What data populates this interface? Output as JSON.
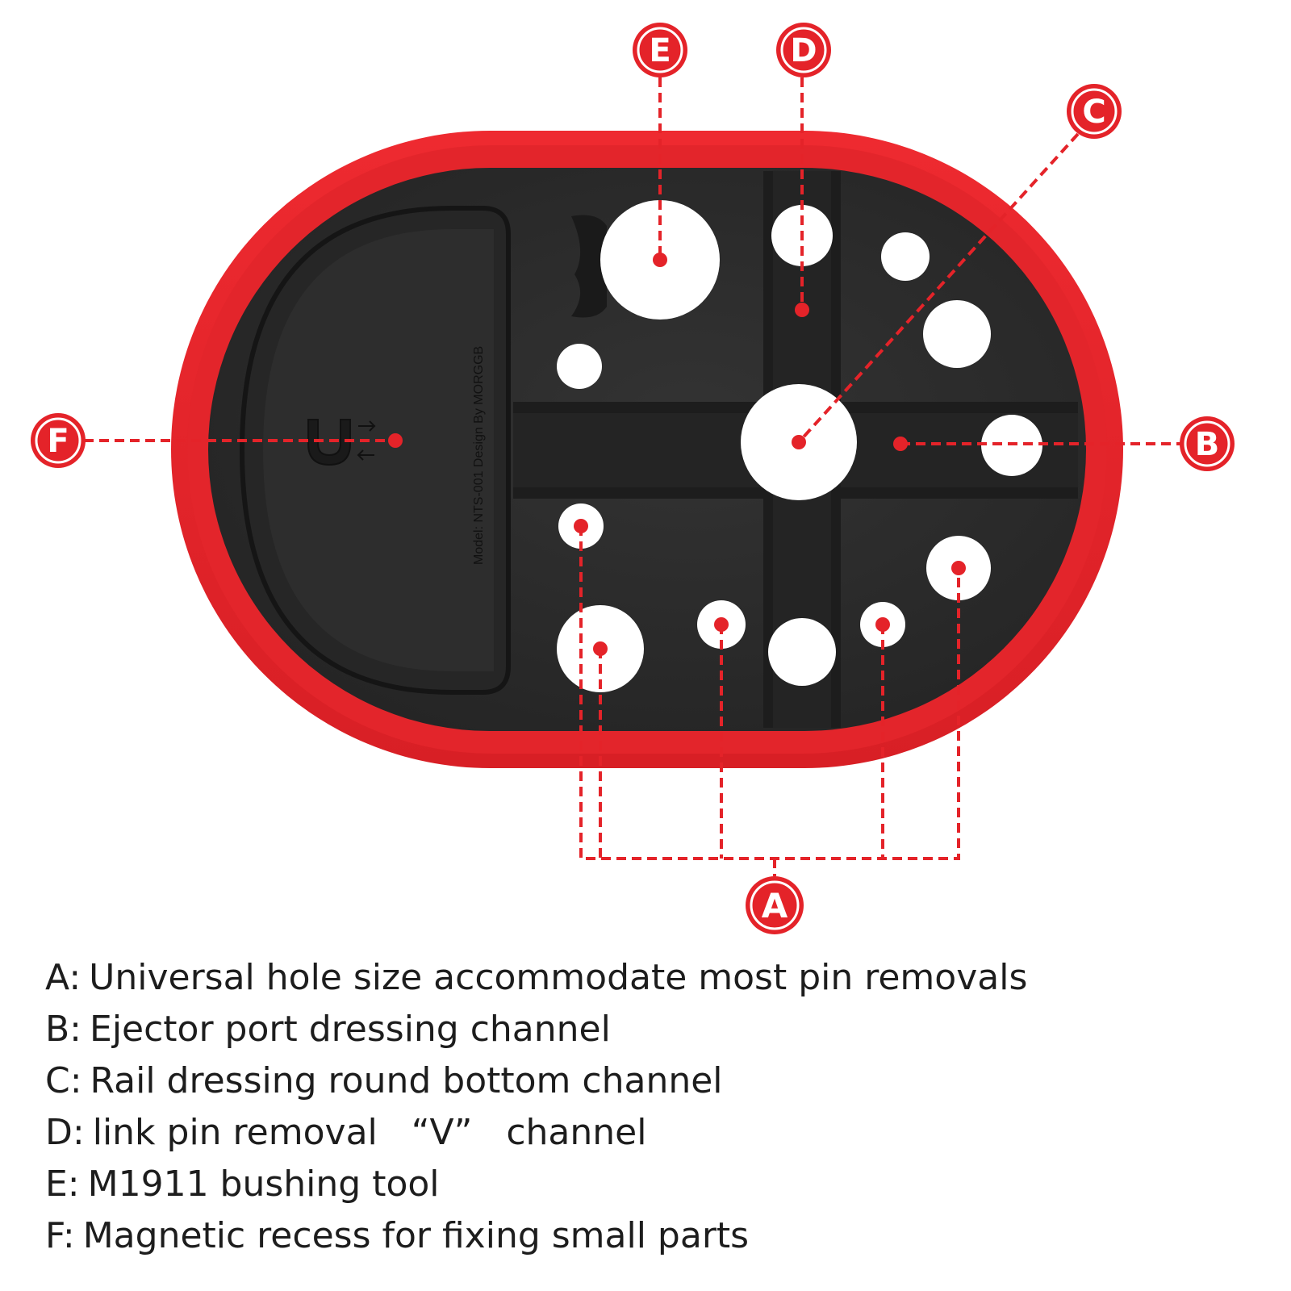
{
  "callouts": {
    "A": "A",
    "B": "B",
    "C": "C",
    "D": "D",
    "E": "E",
    "F": "F"
  },
  "mold_text": "Model: NTS-001  Design By MORGGB",
  "legend": [
    {
      "key": "A:",
      "text": "Universal hole size accommodate most pin removals"
    },
    {
      "key": "B:",
      "text": "Ejector port dressing channel"
    },
    {
      "key": "C:",
      "text": "Rail dressing round bottom channel"
    },
    {
      "key": "D:",
      "text": "link pin removal   “V”   channel"
    },
    {
      "key": "E:",
      "text": "M1911 bushing tool"
    },
    {
      "key": "F:",
      "text": "Magnetic recess for fixing small parts"
    }
  ],
  "colors": {
    "rim": "#e8242a",
    "rim_dark": "#c81d22",
    "tray": "#2b2b2b",
    "tray_channel": "#1b1b1b",
    "hole": "#ffffff",
    "callout": "#e42329",
    "text": "#1d1d1d"
  },
  "icons": {
    "magnet": "magnet-icon"
  }
}
